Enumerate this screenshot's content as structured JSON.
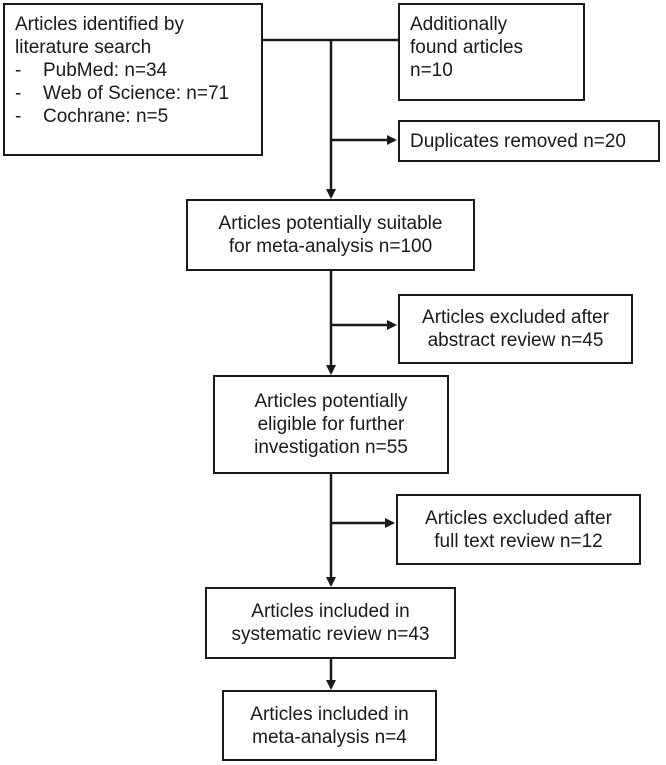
{
  "boxes": {
    "search": {
      "title_line1": "Articles identified by",
      "title_line2": "literature search",
      "sources": [
        {
          "dash": "-",
          "text": "PubMed: n=34"
        },
        {
          "dash": "-",
          "text": "Web of Science: n=71"
        },
        {
          "dash": "-",
          "text": "Cochrane: n=5"
        }
      ]
    },
    "additional": {
      "line1": "Additionally",
      "line2": "found articles",
      "line3": "n=10"
    },
    "duplicates": {
      "line1": "Duplicates removed n=20"
    },
    "suitable": {
      "line1": "Articles potentially suitable",
      "line2": "for meta-analysis n=100"
    },
    "excluded_abstract": {
      "line1": "Articles excluded after",
      "line2": "abstract review n=45"
    },
    "eligible": {
      "line1": "Articles potentially",
      "line2": "eligible for further",
      "line3": "investigation n=55"
    },
    "excluded_fulltext": {
      "line1": "Articles excluded after",
      "line2": "full text review n=12"
    },
    "systematic": {
      "line1": "Articles included in",
      "line2": "systematic review n=43"
    },
    "meta": {
      "line1": "Articles included in",
      "line2": "meta-analysis n=4"
    }
  }
}
